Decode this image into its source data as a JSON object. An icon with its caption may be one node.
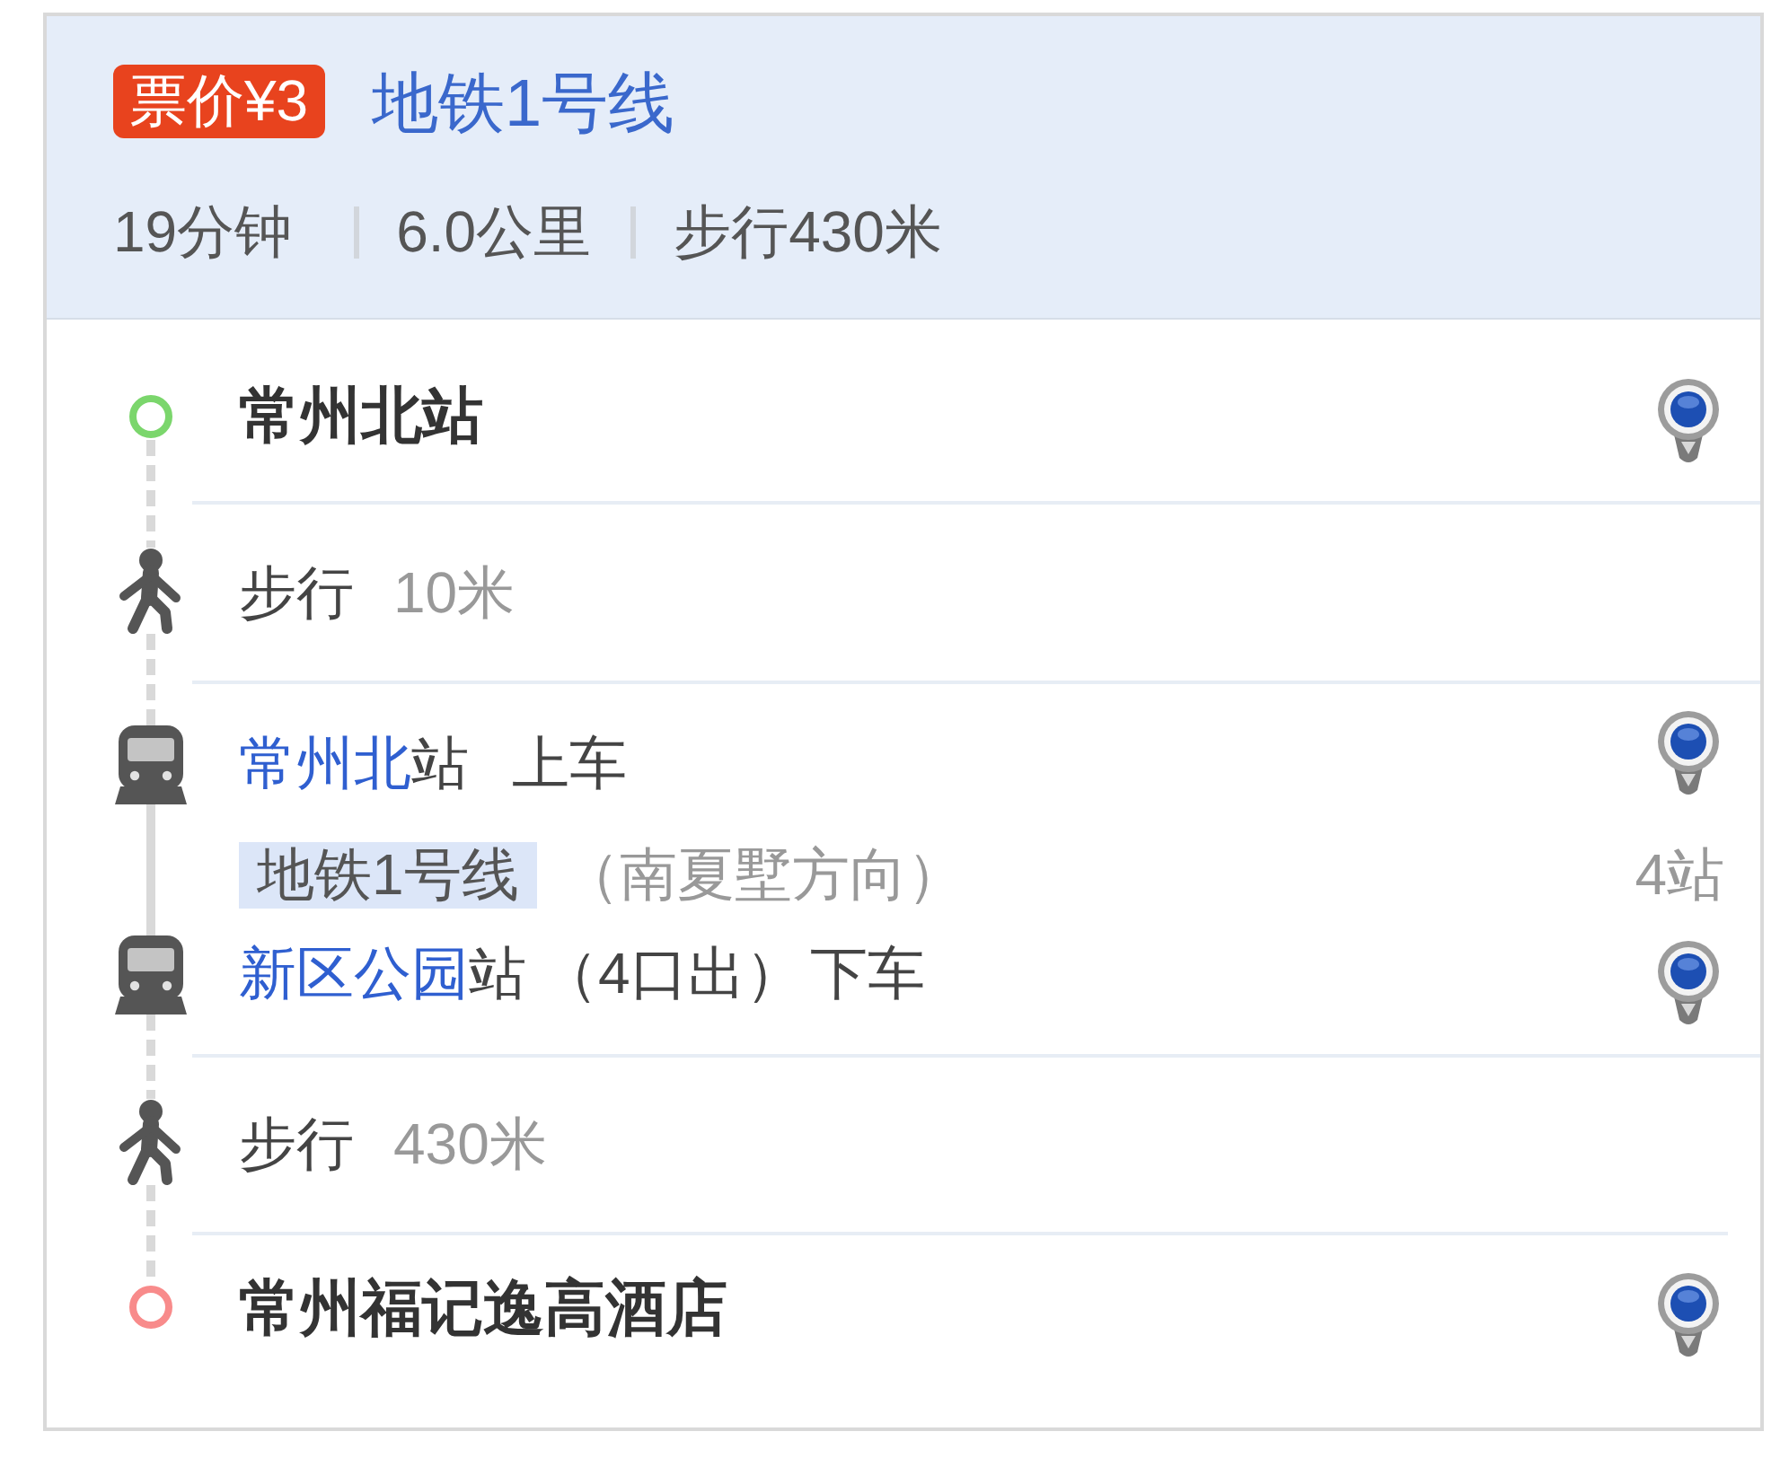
{
  "diagram": {
    "nodes": [
      {
        "text": [
          "地铁1号线",
          "19分钟",
          "6.0公里",
          "步行430米"
        ]
      },
      {
        "text": [
          "票价¥3"
        ],
        "in": 0
      },
      {
        "text": [],
        "shape": "circle",
        "beside": [
          "常州北站"
        ]
      },
      {
        "text": [],
        "shape": "person",
        "beside": [
          "步行",
          "10米"
        ]
      },
      {
        "text": [],
        "shape": "picture",
        "beside": [
          "常州北",
          "站",
          "上车"
        ]
      },
      {
        "text": [
          "地铁1号线"
        ],
        "beside": [
          "（南夏墅方向）"
        ]
      },
      {
        "text": [],
        "shape": "picture",
        "beside": [
          "新区公园",
          "站",
          "（4口出）",
          "下车"
        ]
      },
      {
        "text": [],
        "shape": "person",
        "beside": [
          "步行",
          "430米"
        ]
      },
      {
        "text": [],
        "shape": "circle",
        "beside": [
          "常州福记逸高酒店"
        ]
      }
    ],
    "edges": [
      {
        "from": 2,
        "to": 3,
        "arrow": "none",
        "style": "dashed"
      },
      {
        "from": 3,
        "to": 4,
        "arrow": "none",
        "style": "dashed"
      },
      {
        "from": 4,
        "to": 6,
        "arrow": "none"
      },
      {
        "from": 6,
        "to": 7,
        "arrow": "none",
        "style": "dashed"
      },
      {
        "from": 7,
        "to": 8,
        "arrow": "none",
        "style": "dashed"
      }
    ],
    "labels": [
      "4站"
    ]
  }
}
